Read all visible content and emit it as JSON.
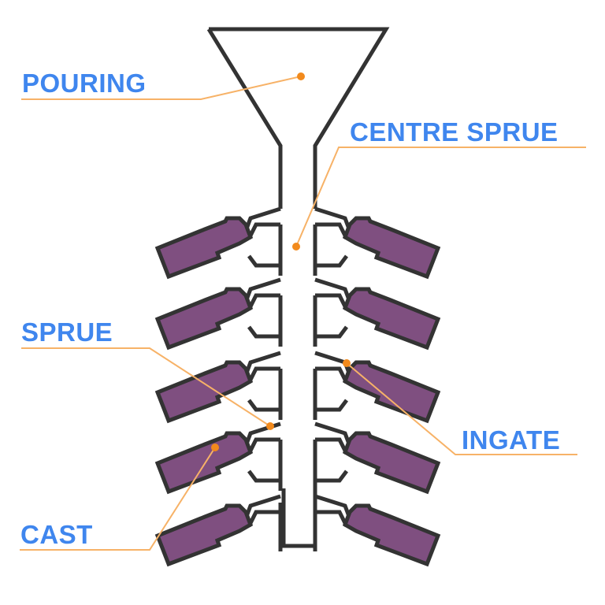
{
  "labels": {
    "pouring": "POURING",
    "centre_sprue": "CENTRE SPRUE",
    "sprue": "SPRUE",
    "ingate": "INGATE",
    "cast": "CAST"
  },
  "colors": {
    "label_text": "#3f86ee",
    "leader_line": "#f7b267",
    "leader_dot": "#f28a1c",
    "outline": "#333333",
    "cast_fill": "#7f4f80",
    "background": "#ffffff"
  }
}
